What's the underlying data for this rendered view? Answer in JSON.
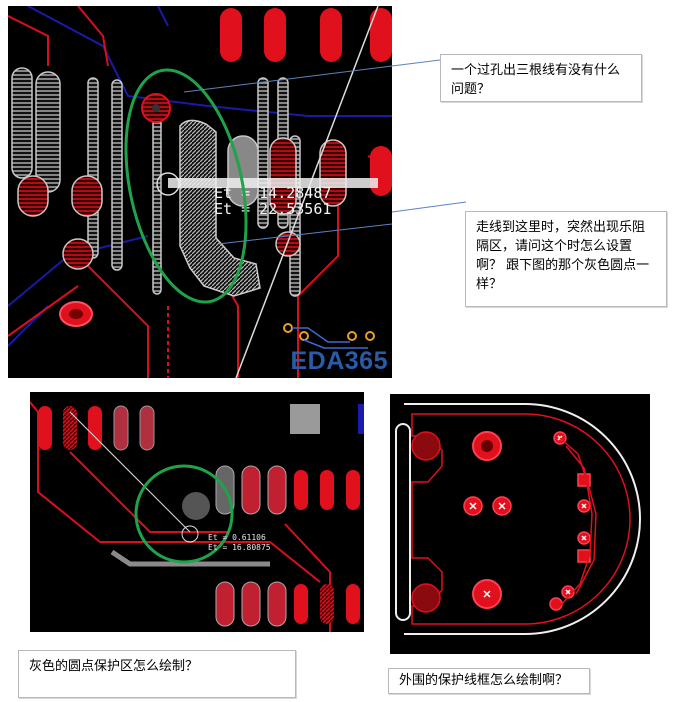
{
  "notes": {
    "note1": "一个过孔出三根线有没有什么问题？",
    "note2": "走线到这里时，突然出现乐阻隔区，请问这个时怎么设置啊？ 跟下图的那个灰色圆点一样？",
    "note3": "灰色的圆点保护区怎么绘制？",
    "note4": "外围的保护线框怎么绘制啊？"
  },
  "pcb1": {
    "readout_x": "Et = 14.28487",
    "readout_y": "Et = 22.53561",
    "brand": "EDA365"
  },
  "pcb2": {
    "readout_x": "Et = 0.61106",
    "readout_y": "Et = 16.80875"
  },
  "colors": {
    "board_bg": "#000000",
    "pad_red": "#e0101c",
    "hatch_gray": "#9a9a9a",
    "highlight_green": "#1fa34a",
    "route_blue": "#1a1aa8",
    "callout_line": "#5b82c4"
  }
}
